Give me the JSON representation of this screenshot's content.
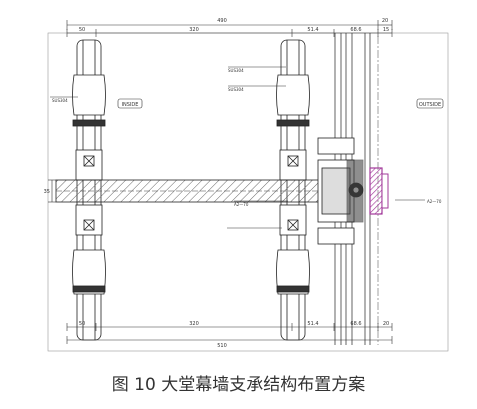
{
  "caption": "图 10  大堂幕墙支承结构布置方案",
  "labels": {
    "inside": "INSIDE",
    "outside": "OUTSIDE"
  },
  "dimensions": {
    "top_overall": "490",
    "top_overall_right": "20",
    "top_segments": [
      "50",
      "320",
      "51.4",
      "68.6",
      "15"
    ],
    "bottom_overall": "510",
    "bottom_segments": [
      "50",
      "320",
      "51.4",
      "68.6",
      "20"
    ],
    "left_vertical": "35"
  },
  "callouts": {
    "mid_top_spec": "SUS304",
    "mid_second_spec": "SUS304",
    "left_top_spec": "SUS304",
    "mid_lower_spec": "A2—70",
    "outside_spec": "A2—70"
  },
  "colors": {
    "line": "#1a1a1a",
    "dim": "#333333",
    "hatch": "#555555",
    "hatch_panel": "#a23a9a",
    "caption": "#333333"
  }
}
